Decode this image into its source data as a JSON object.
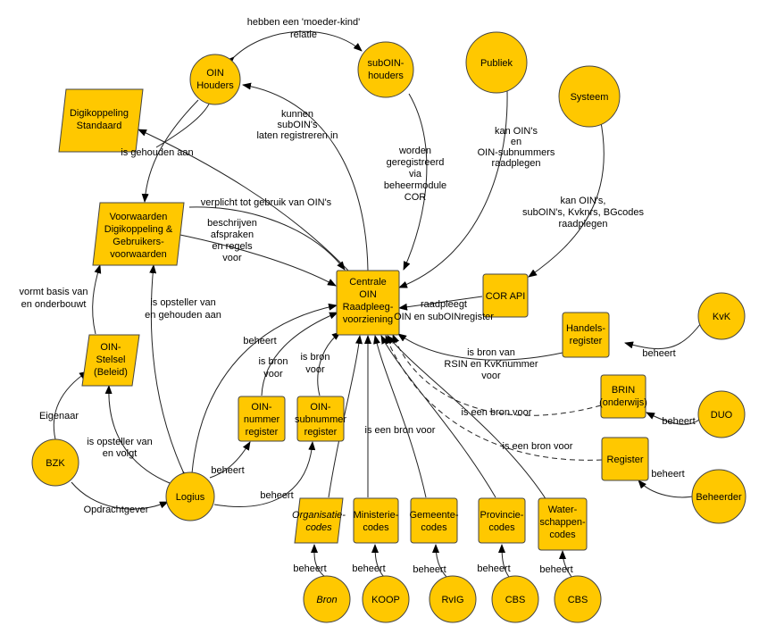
{
  "nodes": {
    "oin_houders": [
      "OIN",
      "Houders"
    ],
    "suboin_houders": [
      "subOIN-",
      "houders"
    ],
    "publiek": [
      "Publiek"
    ],
    "systeem": [
      "Systeem"
    ],
    "digikoppeling_standaard": [
      "Digikoppeling",
      "Standaard"
    ],
    "voorwaarden": [
      "Voorwaarden",
      "Digikoppeling &",
      "Gebruikers-",
      "voorwaarden"
    ],
    "centrale": [
      "Centrale",
      "OIN",
      "Raadpleeg-",
      "voorziening"
    ],
    "cor_api": [
      "COR API"
    ],
    "kvk": [
      "KvK"
    ],
    "handelsregister": [
      "Handels-",
      "register"
    ],
    "oin_stelsel": [
      "OIN-",
      "Stelsel",
      "(Beleid)"
    ],
    "brin": [
      "BRIN",
      "(onderwijs)"
    ],
    "duo": [
      "DUO"
    ],
    "bzk": [
      "BZK"
    ],
    "oin_nummer_register": [
      "OIN-",
      "nummer",
      "register"
    ],
    "oin_subnummer_register": [
      "OIN-",
      "subnummer",
      "register"
    ],
    "register": [
      "Register"
    ],
    "beheerder": [
      "Beheerder"
    ],
    "logius": [
      "Logius"
    ],
    "organisatie_codes": [
      "Organisatie-",
      "codes"
    ],
    "ministerie_codes": [
      "Ministerie-",
      "codes"
    ],
    "gemeente_codes": [
      "Gemeente-",
      "codes"
    ],
    "provincie_codes": [
      "Provincie-",
      "codes"
    ],
    "waterschappen_codes": [
      "Water-",
      "schappen-",
      "codes"
    ],
    "bron": [
      "Bron"
    ],
    "koop": [
      "KOOP"
    ],
    "rvig": [
      "RvIG"
    ],
    "cbs_1": [
      "CBS"
    ],
    "cbs_2": [
      "CBS"
    ]
  },
  "edge_labels": {
    "moeder_kind": [
      "hebben een 'moeder-kind'",
      "relatie"
    ],
    "kunnen_suboins": [
      "kunnen",
      "subOIN's",
      "laten registreren in"
    ],
    "worden_geregistreerd": [
      "worden",
      "geregistreerd",
      "via",
      "beheermodule",
      "COR"
    ],
    "kan_oins_publiek": [
      "kan OIN's",
      "en",
      "OIN-subnummers",
      "raadplegen"
    ],
    "kan_oins_systeem": [
      "kan OIN's,",
      "subOIN's, Kvknrs, BGcodes",
      "raadplegen"
    ],
    "is_gehouden_aan": [
      "is gehouden aan"
    ],
    "verplicht": [
      "verplicht tot gebruik van OIN's"
    ],
    "beschrijven": [
      "beschrijven",
      "afspraken",
      "en  regels",
      "voor"
    ],
    "vormt_basis": [
      "vormt basis van",
      "en onderbouwt"
    ],
    "is_opsteller_gehouden": [
      "is opsteller van",
      "en gehouden aan"
    ],
    "beheert_logius_centrale": [
      "beheert"
    ],
    "is_bron_voor_nummer": [
      "is bron",
      "voor"
    ],
    "is_bron_voor_subnummer": [
      "is bron",
      "voor"
    ],
    "raadpleegt": [
      "raadpleegt",
      "OIN en subOINregister"
    ],
    "is_bron_van_rsin": [
      "is  bron van",
      "RSIN en KvKnummer",
      "voor"
    ],
    "beheert_kvk": [
      "beheert"
    ],
    "is_een_bron_brin": [
      "is een bron voor"
    ],
    "beheert_duo": [
      "beheert"
    ],
    "is_een_bron_register": [
      "is een bron voor"
    ],
    "beheert_beheerder": [
      "beheert"
    ],
    "eigenaar": [
      "Eigenaar"
    ],
    "is_opsteller_volgt": [
      "is opsteller van",
      "en volgt"
    ],
    "beheert_nummer": [
      "beheert"
    ],
    "beheert_subnummer": [
      "beheert"
    ],
    "opdrachtgever": [
      "Opdrachtgever"
    ],
    "is_een_bron_codes": [
      "is een bron voor"
    ],
    "beheert_bron": [
      "beheert"
    ],
    "beheert_koop": [
      "beheert"
    ],
    "beheert_rvig": [
      "beheert"
    ],
    "beheert_cbs_1": [
      "beheert"
    ],
    "beheert_cbs_2": [
      "beheert"
    ]
  },
  "colors": {
    "node_fill": "#FFC800",
    "node_stroke": "#444444",
    "line": "#222222"
  }
}
